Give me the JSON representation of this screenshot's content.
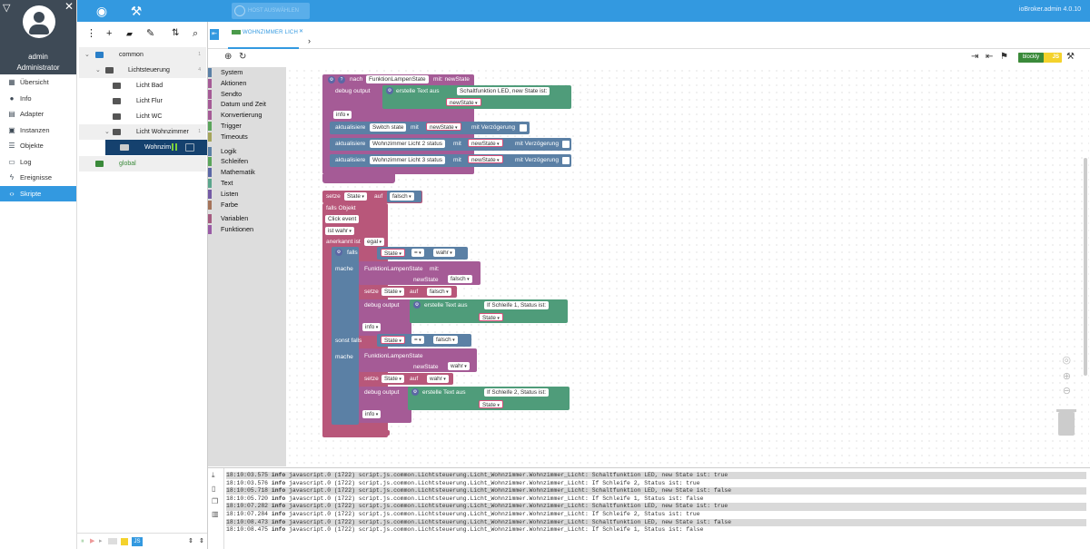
{
  "user": {
    "name": "admin",
    "role": "Administrator"
  },
  "menu": [
    {
      "label": "Übersicht",
      "icon": "grid-icon"
    },
    {
      "label": "Info",
      "icon": "info-icon"
    },
    {
      "label": "Adapter",
      "icon": "store-icon"
    },
    {
      "label": "Instanzen",
      "icon": "instances-icon"
    },
    {
      "label": "Objekte",
      "icon": "objects-icon"
    },
    {
      "label": "Log",
      "icon": "log-icon"
    },
    {
      "label": "Ereignisse",
      "icon": "bolt-icon"
    },
    {
      "label": "Skripte",
      "icon": "code-icon"
    }
  ],
  "topbar": {
    "host": "HOST AUSWÄHLEN",
    "version": "ioBroker.admin 4.0.10"
  },
  "tree": {
    "common": "common",
    "common_count": "1",
    "lichtsteuerung": "Lichtsteuerung",
    "lichtsteuerung_count": "4",
    "bad": "Licht Bad",
    "flur": "Licht Flur",
    "wc": "Licht WC",
    "wohnzimmer": "Licht Wohnzimmer",
    "wohnzimmer_count": "1",
    "script": "Wohnzim",
    "global": "global",
    "bottom_label": "JS"
  },
  "tab": {
    "label": "WOHNZIMMER LICH"
  },
  "editor": {
    "badge_blockly": "blockly",
    "badge_js": "JS"
  },
  "categories": {
    "group1": [
      "System",
      "Aktionen",
      "Sendto",
      "Datum und Zeit",
      "Konvertierung",
      "Trigger",
      "Timeouts"
    ],
    "group2": [
      "Logik",
      "Schleifen",
      "Mathematik",
      "Text",
      "Listen",
      "Farbe"
    ],
    "group3": [
      "Variablen",
      "Funktionen"
    ],
    "colors1": [
      "#5b80a5",
      "#a55b96",
      "#a55b96",
      "#a55b96",
      "#a55b96",
      "#5ba55b",
      "#a5a55b"
    ],
    "colors2": [
      "#5b80a5",
      "#5ba55b",
      "#5b67a5",
      "#5ba58c",
      "#745ba5",
      "#a5745b"
    ],
    "colors3": [
      "#a55b80",
      "#995ba5"
    ]
  },
  "blocks": {
    "f_nach": "nach",
    "f_name": "FunktionLampenState",
    "f_mit": "mit: newState",
    "debug_ausgabe": "debug output",
    "erstelle": "erstelle Text aus",
    "str1": "Schaltfunktion LED, new State ist:",
    "newstate": "newState",
    "info": "info",
    "aktualisiere": "aktualisiere",
    "switch_state": "Switch state",
    "mit": "mit",
    "verz": "mit Verzögerung",
    "wz2": "Wohnzimmer Licht 2 status",
    "wz3": "Wohnzimmer Licht 3 status",
    "setze": "setze",
    "state": "State",
    "auf": "auf",
    "falsch": "falsch",
    "wahr": "wahr",
    "falls_objekt": "falls Objekt",
    "click_event": "Click event",
    "ist_wahr": "ist wahr",
    "anerkannt": "anerkannt ist",
    "egal": "egal",
    "falls": "falls",
    "eq": "=",
    "mache": "mache",
    "fn_mit": "mit:",
    "str2": "If Schleife 1, Status ist:",
    "str3": "If Schleife 2, Status ist:",
    "sonst_falls": "sonst falls"
  },
  "log": [
    {
      "time": "18:10:03.575",
      "level": "info",
      "msg": "javascript.0 (1722) script.js.common.Lichtsteuerung.Licht_Wohnzimmer.Wohnzimmer_Licht: Schaltfunktion LED, new State ist: true"
    },
    {
      "time": "18:10:03.576",
      "level": "info",
      "msg": "javascript.0 (1722) script.js.common.Lichtsteuerung.Licht_Wohnzimmer.Wohnzimmer_Licht: If Schleife 2, Status ist: true"
    },
    {
      "time": "18:10:05.718",
      "level": "info",
      "msg": "javascript.0 (1722) script.js.common.Lichtsteuerung.Licht_Wohnzimmer.Wohnzimmer_Licht: Schaltfunktion LED, new State ist: false"
    },
    {
      "time": "18:10:05.720",
      "level": "info",
      "msg": "javascript.0 (1722) script.js.common.Lichtsteuerung.Licht_Wohnzimmer.Wohnzimmer_Licht: If Schleife 1, Status ist: false"
    },
    {
      "time": "18:10:07.282",
      "level": "info",
      "msg": "javascript.0 (1722) script.js.common.Lichtsteuerung.Licht_Wohnzimmer.Wohnzimmer_Licht: Schaltfunktion LED, new State ist: true"
    },
    {
      "time": "18:10:07.284",
      "level": "info",
      "msg": "javascript.0 (1722) script.js.common.Lichtsteuerung.Licht_Wohnzimmer.Wohnzimmer_Licht: If Schleife 2, Status ist: true"
    },
    {
      "time": "18:10:08.473",
      "level": "info",
      "msg": "javascript.0 (1722) script.js.common.Lichtsteuerung.Licht_Wohnzimmer.Wohnzimmer_Licht: Schaltfunktion LED, new State ist: false"
    },
    {
      "time": "18:10:08.475",
      "level": "info",
      "msg": "javascript.0 (1722) script.js.common.Lichtsteuerung.Licht_Wohnzimmer.Wohnzimmer_Licht: If Schleife 1, Status ist: false"
    }
  ]
}
